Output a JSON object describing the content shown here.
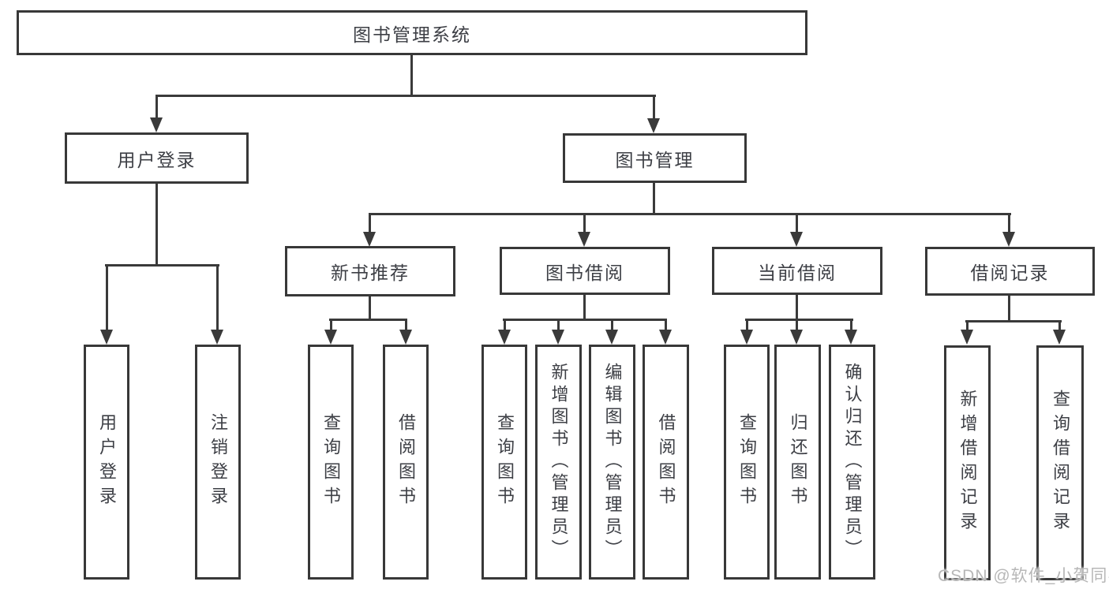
{
  "root": {
    "label": "图书管理系统"
  },
  "l2": {
    "login": {
      "label": "用户登录"
    },
    "manage": {
      "label": "图书管理"
    }
  },
  "l3": {
    "recommend": {
      "label": "新书推荐"
    },
    "borrow": {
      "label": "图书借阅"
    },
    "current": {
      "label": "当前借阅"
    },
    "records": {
      "label": "借阅记录"
    }
  },
  "l4": {
    "user_login": {
      "label": "用户登录"
    },
    "logout": {
      "label": "注销登录"
    },
    "rec_query_book": {
      "label": "查询图书"
    },
    "rec_borrow_book": {
      "label": "借阅图书"
    },
    "bb_query_book": {
      "label": "查询图书"
    },
    "bb_add_book": {
      "label": "新增图书（管理员）"
    },
    "bb_edit_book": {
      "label": "编辑图书（管理员）"
    },
    "bb_borrow_book": {
      "label": "借阅图书"
    },
    "cur_query_book": {
      "label": "查询图书"
    },
    "cur_return_book": {
      "label": "归还图书"
    },
    "cur_confirm": {
      "label": "确认归还（管理员）"
    },
    "log_add_record": {
      "label": "新增借阅记录"
    },
    "log_query_record": {
      "label": "查询借阅记录"
    }
  },
  "watermark": {
    "text": "CSDN @软件_小贺同学"
  },
  "colors": {
    "line": "#3a3a3a",
    "border": "#383838",
    "text": "#3d3f45",
    "watermark": "#b7b7b7",
    "background": "#ffffff"
  },
  "hierarchy": {
    "图书管理系统": {
      "用户登录": [
        "用户登录",
        "注销登录"
      ],
      "图书管理": {
        "新书推荐": [
          "查询图书",
          "借阅图书"
        ],
        "图书借阅": [
          "查询图书",
          "新增图书（管理员）",
          "编辑图书（管理员）",
          "借阅图书"
        ],
        "当前借阅": [
          "查询图书",
          "归还图书",
          "确认归还（管理员）"
        ],
        "借阅记录": [
          "新增借阅记录",
          "查询借阅记录"
        ]
      }
    }
  }
}
